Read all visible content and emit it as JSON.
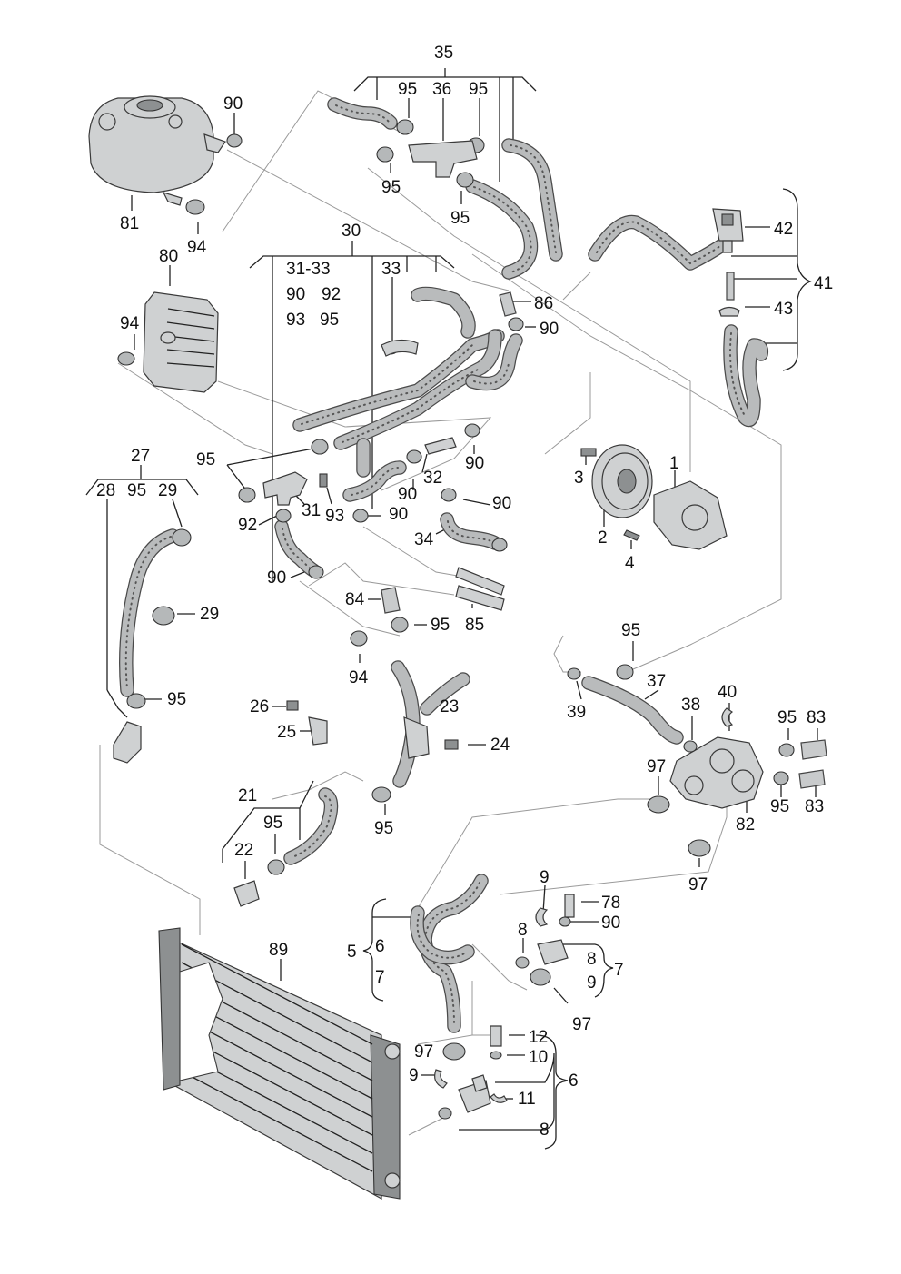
{
  "callouts": [
    {
      "id": "35",
      "text": "35"
    },
    {
      "id": "36",
      "text": "36"
    },
    {
      "id": "95a",
      "text": "95"
    },
    {
      "id": "95b",
      "text": "95"
    },
    {
      "id": "95c",
      "text": "95"
    },
    {
      "id": "95d",
      "text": "95"
    },
    {
      "id": "90a",
      "text": "90"
    },
    {
      "id": "81",
      "text": "81"
    },
    {
      "id": "94a",
      "text": "94"
    },
    {
      "id": "30",
      "text": "30"
    },
    {
      "id": "31-33",
      "text": "31-33"
    },
    {
      "id": "33",
      "text": "33"
    },
    {
      "id": "90b",
      "text": "90"
    },
    {
      "id": "92a",
      "text": "92"
    },
    {
      "id": "93a",
      "text": "93"
    },
    {
      "id": "95e",
      "text": "95"
    },
    {
      "id": "80",
      "text": "80"
    },
    {
      "id": "94b",
      "text": "94"
    },
    {
      "id": "86",
      "text": "86"
    },
    {
      "id": "90c",
      "text": "90"
    },
    {
      "id": "42",
      "text": "42"
    },
    {
      "id": "41",
      "text": "41"
    },
    {
      "id": "43",
      "text": "43"
    },
    {
      "id": "27",
      "text": "27"
    },
    {
      "id": "28",
      "text": "28"
    },
    {
      "id": "95f",
      "text": "95"
    },
    {
      "id": "29a",
      "text": "29"
    },
    {
      "id": "95g",
      "text": "95"
    },
    {
      "id": "31",
      "text": "31"
    },
    {
      "id": "32",
      "text": "32"
    },
    {
      "id": "90d",
      "text": "90"
    },
    {
      "id": "90e",
      "text": "90"
    },
    {
      "id": "90f",
      "text": "90"
    },
    {
      "id": "92b",
      "text": "92"
    },
    {
      "id": "93b",
      "text": "93"
    },
    {
      "id": "90g",
      "text": "90"
    },
    {
      "id": "3",
      "text": "3"
    },
    {
      "id": "1",
      "text": "1"
    },
    {
      "id": "2",
      "text": "2"
    },
    {
      "id": "4",
      "text": "4"
    },
    {
      "id": "34",
      "text": "34"
    },
    {
      "id": "90h",
      "text": "90"
    },
    {
      "id": "29b",
      "text": "29"
    },
    {
      "id": "84",
      "text": "84"
    },
    {
      "id": "95h",
      "text": "95"
    },
    {
      "id": "85",
      "text": "85"
    },
    {
      "id": "94c",
      "text": "94"
    },
    {
      "id": "95i",
      "text": "95"
    },
    {
      "id": "26",
      "text": "26"
    },
    {
      "id": "23",
      "text": "23"
    },
    {
      "id": "25",
      "text": "25"
    },
    {
      "id": "24",
      "text": "24"
    },
    {
      "id": "95j",
      "text": "95"
    },
    {
      "id": "37",
      "text": "37"
    },
    {
      "id": "39",
      "text": "39"
    },
    {
      "id": "38",
      "text": "38"
    },
    {
      "id": "40",
      "text": "40"
    },
    {
      "id": "95k",
      "text": "95"
    },
    {
      "id": "83a",
      "text": "83"
    },
    {
      "id": "97a",
      "text": "97"
    },
    {
      "id": "95l",
      "text": "95"
    },
    {
      "id": "83b",
      "text": "83"
    },
    {
      "id": "82",
      "text": "82"
    },
    {
      "id": "21",
      "text": "21"
    },
    {
      "id": "95m",
      "text": "95"
    },
    {
      "id": "22",
      "text": "22"
    },
    {
      "id": "95n",
      "text": "95"
    },
    {
      "id": "97b",
      "text": "97"
    },
    {
      "id": "9a",
      "text": "9"
    },
    {
      "id": "78",
      "text": "78"
    },
    {
      "id": "8a",
      "text": "8"
    },
    {
      "id": "90i",
      "text": "90"
    },
    {
      "id": "5",
      "text": "5"
    },
    {
      "id": "6a",
      "text": "6"
    },
    {
      "id": "7a",
      "text": "7"
    },
    {
      "id": "89",
      "text": "89"
    },
    {
      "id": "8b",
      "text": "8"
    },
    {
      "id": "9b",
      "text": "9"
    },
    {
      "id": "7b",
      "text": "7"
    },
    {
      "id": "97c",
      "text": "97"
    },
    {
      "id": "12",
      "text": "12"
    },
    {
      "id": "97d",
      "text": "97"
    },
    {
      "id": "10",
      "text": "10"
    },
    {
      "id": "6b",
      "text": "6"
    },
    {
      "id": "9c",
      "text": "9"
    },
    {
      "id": "11",
      "text": "11"
    },
    {
      "id": "8c",
      "text": "8"
    }
  ]
}
